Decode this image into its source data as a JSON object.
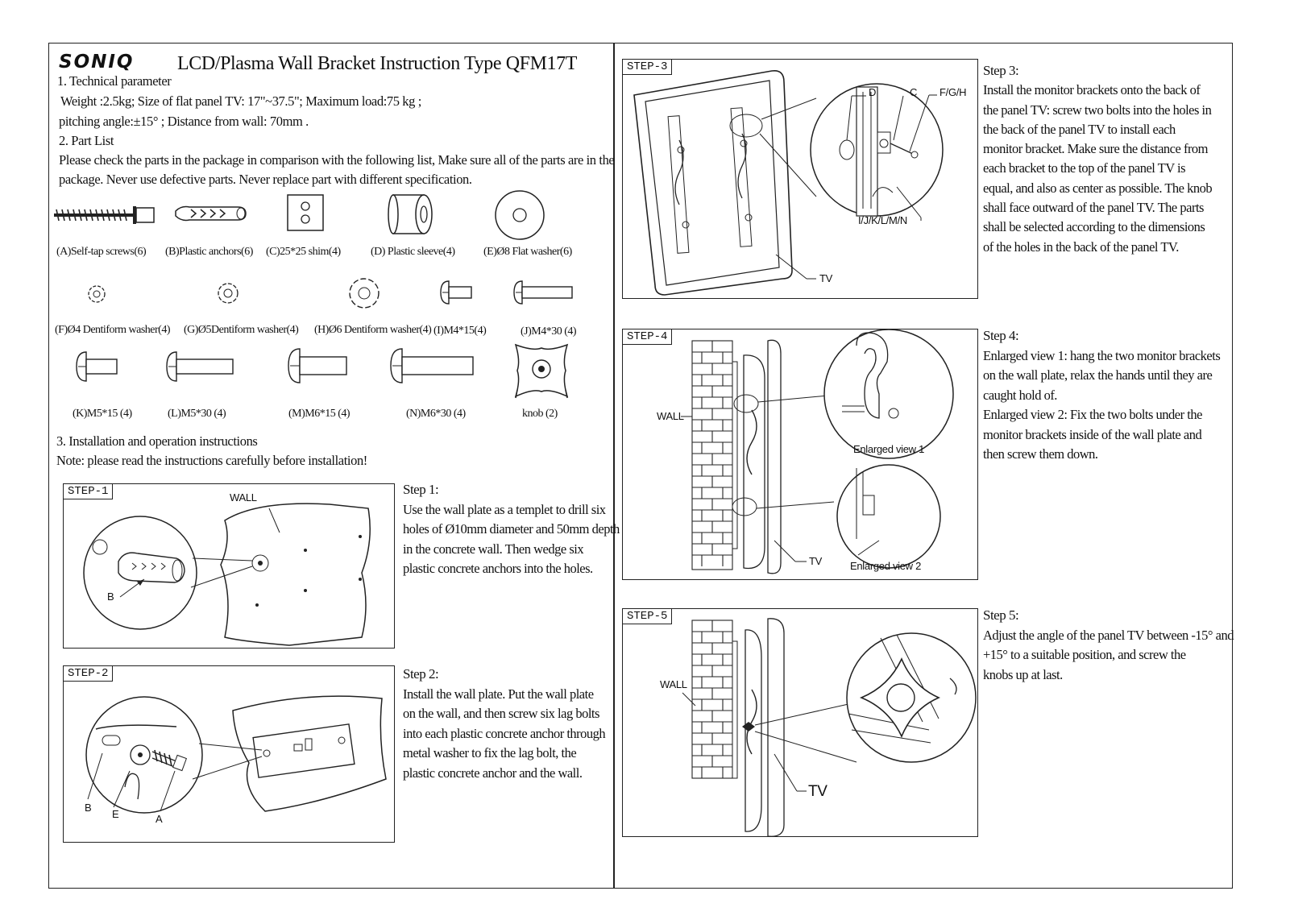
{
  "header": {
    "logo": "SONIQ",
    "title": "LCD/Plasma Wall Bracket Instruction Type QFM17T"
  },
  "technical": {
    "heading": "1. Technical parameter",
    "line1": "Weight :2.5kg;  Size of flat panel TV: 17\"~37.5\";  Maximum load:75 kg ;",
    "line2": "pitching angle:±15°  ;  Distance from wall: 70mm ."
  },
  "parts": {
    "heading": "2. Part List",
    "intro1": "Please check the parts in the package in comparison with the following list, Make sure all of the parts are in the",
    "intro2": "package. Never use defective parts. Never replace part with different specification.",
    "items": [
      "(A)Self-tap screws(6)",
      "(B)Plastic anchors(6)",
      "(C)25*25 shim(4)",
      "(D) Plastic sleeve(4)",
      "(E)Ø8 Flat washer(6)",
      "(F)Ø4 Dentiform washer(4)",
      "(G)Ø5Dentiform washer(4)",
      "(H)Ø6 Dentiform washer(4)",
      "(I)M4*15(4)",
      "(J)M4*30 (4)",
      "(K)M5*15 (4)",
      "(L)M5*30 (4)",
      "(M)M6*15 (4)",
      "(N)M6*30 (4)",
      "knob (2)"
    ]
  },
  "install": {
    "heading": "3. Installation and operation instructions",
    "note": "Note: please read the instructions carefully before installation!"
  },
  "steps": {
    "s1": {
      "tag": "STEP-1",
      "title": "Step 1:",
      "lines": [
        "Use the wall plate as a templet to drill six",
        "holes of Ø10mm diameter and 50mm depth",
        "in the concrete wall. Then wedge six",
        "plastic concrete anchors into the holes."
      ],
      "labels": {
        "wall": "WALL",
        "b": "B"
      }
    },
    "s2": {
      "tag": "STEP-2",
      "title": "Step 2:",
      "lines": [
        "Install the wall plate. Put the wall plate",
        "on the wall, and then screw six lag bolts",
        "into each plastic concrete anchor through",
        "metal washer to fix the lag bolt, the",
        "plastic concrete anchor and the wall."
      ],
      "labels": {
        "b": "B",
        "e": "E",
        "a": "A"
      }
    },
    "s3": {
      "tag": "STEP-3",
      "title": "Step 3:",
      "lines": [
        "Install the monitor brackets onto the back of",
        "the panel TV: screw two bolts into the holes in",
        "the back of the panel TV to install each",
        "monitor bracket. Make sure the distance from",
        "each bracket to the top of the panel TV is",
        "equal, and also as center as possible. The knob",
        "shall face outward of the panel TV. The parts",
        "shall be selected according to the dimensions",
        "of the holes in the back of the panel TV."
      ],
      "labels": {
        "d": "D",
        "c": "C",
        "fgh": "F/G/H",
        "ijklmn": "I/J/K/L/M/N",
        "tv": "TV"
      }
    },
    "s4": {
      "tag": "STEP-4",
      "title": "Step 4:",
      "lines": [
        "Enlarged view 1: hang the two monitor brackets",
        "on the wall plate, relax the hands until they are",
        "caught hold of.",
        "Enlarged view 2: Fix the two bolts under the",
        "monitor brackets inside of the wall plate and",
        "then screw them down."
      ],
      "labels": {
        "wall": "WALL",
        "tv": "TV",
        "ev1": "Enlarged view 1",
        "ev2": "Enlarged view 2"
      }
    },
    "s5": {
      "tag": "STEP-5",
      "title": "Step 5:",
      "lines": [
        "Adjust the angle of the panel TV between -15°  and",
        "+15°  to a suitable position, and screw the",
        "knobs up at last."
      ],
      "labels": {
        "wall": "WALL",
        "tv": "TV"
      }
    }
  }
}
